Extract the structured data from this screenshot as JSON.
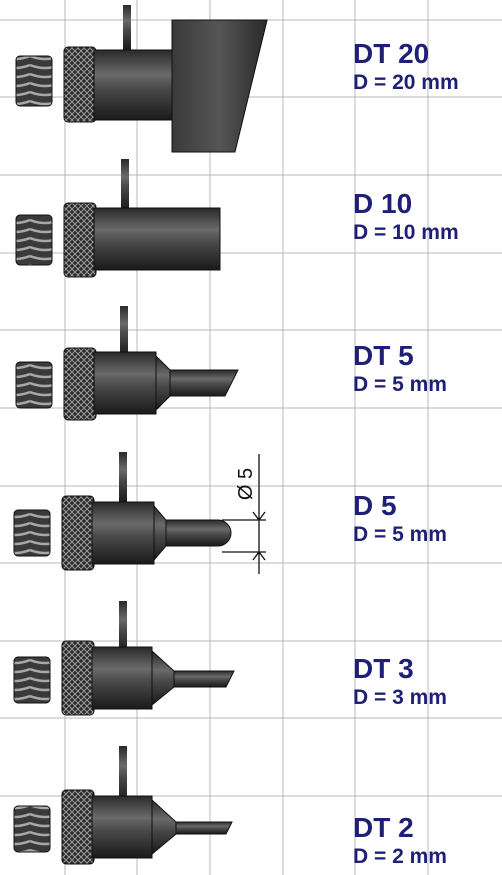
{
  "colors": {
    "grid": "#b9b9b9",
    "label": "#1f1f75",
    "metal_dark": "#1c1c1c",
    "metal_mid": "#5a5a5a",
    "metal_light": "#8a8a8a"
  },
  "tips": [
    {
      "id": "dt20",
      "name": "DT 20",
      "diameter": "D = 20 mm",
      "shape": "disc-bevel"
    },
    {
      "id": "d10",
      "name": "D 10",
      "diameter": "D = 10 mm",
      "shape": "cylinder"
    },
    {
      "id": "dt5",
      "name": "DT 5",
      "diameter": "D = 5 mm",
      "shape": "taper-bevel"
    },
    {
      "id": "d5",
      "name": "D 5",
      "diameter": "D = 5 mm",
      "shape": "taper-round"
    },
    {
      "id": "dt3",
      "name": "DT 3",
      "diameter": "D = 3 mm",
      "shape": "taper-bevel"
    },
    {
      "id": "dt2",
      "name": "DT 2",
      "diameter": "D = 2 mm",
      "shape": "taper-bevel"
    }
  ],
  "dimension": {
    "text": "Ø 5"
  }
}
